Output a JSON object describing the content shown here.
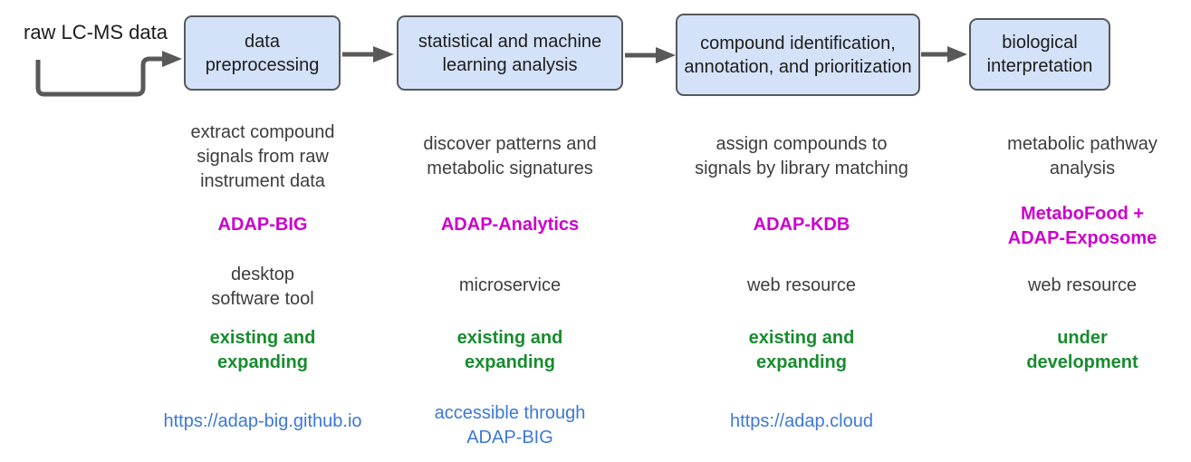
{
  "colors": {
    "box-fill": "#d3e2f8",
    "box-border": "#56585c",
    "arrow": "#595959",
    "title": "#1c1c1c",
    "body-text": "#3d3d3d",
    "tool": "#cc00cc",
    "status": "#188c2e",
    "link": "#3c78d8"
  },
  "input_label": "raw LC-MS data",
  "stages": [
    {
      "box_label": [
        "data",
        "preprocessing"
      ],
      "description": [
        "extract compound",
        "signals from raw",
        "instrument data"
      ],
      "tool": "ADAP-BIG",
      "type": [
        "desktop",
        "software tool"
      ],
      "status": [
        "existing and",
        "expanding"
      ],
      "link": "https://adap-big.github.io"
    },
    {
      "box_label": [
        "statistical and machine",
        "learning analysis"
      ],
      "description": [
        "discover patterns and",
        "metabolic signatures"
      ],
      "tool": "ADAP-Analytics",
      "type": "microservice",
      "status": [
        "existing and",
        "expanding"
      ],
      "link": [
        "accessible through",
        "ADAP-BIG"
      ]
    },
    {
      "box_label": [
        "compound identification,",
        "annotation, and prioritization"
      ],
      "description": [
        "assign compounds to",
        "signals by library matching"
      ],
      "tool": "ADAP-KDB",
      "type": "web resource",
      "status": [
        "existing and",
        "expanding"
      ],
      "link": "https://adap.cloud"
    },
    {
      "box_label": [
        "biological",
        "interpretation"
      ],
      "description": [
        "metabolic pathway",
        "analysis"
      ],
      "tool": [
        "MetaboFood +",
        "ADAP-Exposome"
      ],
      "type": "web resource",
      "status": [
        "under",
        "development"
      ]
    }
  ]
}
